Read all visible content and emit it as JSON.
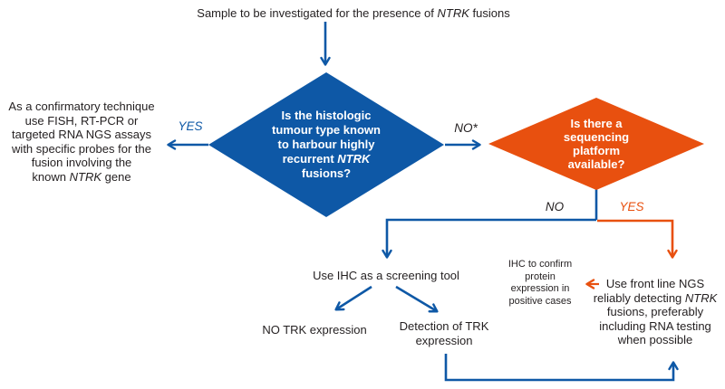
{
  "colors": {
    "flow_blue": "#0e58a6",
    "flow_orange": "#e8500f",
    "text_dark": "#231f20",
    "diamond_text": "#ffffff"
  },
  "top_instruction": {
    "pre": "Sample to be investigated for the presence of ",
    "gene": "NTRK",
    "post": " fusions"
  },
  "confirmatory_note": {
    "line1": "As a confirmatory technique",
    "line2": "use FISH, RT-PCR or",
    "line3": "targeted RNA NGS assays",
    "line4": "with specific probes for the",
    "line5": "fusion involving the",
    "line6_pre": "known ",
    "line6_gene": "NTRK",
    "line6_post": " gene"
  },
  "histology_decision": {
    "line1": "Is the histologic",
    "line2": "tumour type known",
    "line3": "to harbour highly",
    "line4_pre": "recurrent ",
    "line4_gene": "NTRK",
    "line5": "fusions?"
  },
  "sequencing_decision": {
    "line1": "Is there a",
    "line2": "sequencing",
    "line3": "platform",
    "line4": "available?"
  },
  "branch_labels": {
    "yes_confirmatory": "YES",
    "no_histology": "NO*",
    "no_sequencing": "NO",
    "yes_sequencing": "YES"
  },
  "ihc_screening": {
    "text": "Use IHC as a screening tool"
  },
  "no_trk_expression": {
    "text": "NO TRK expression"
  },
  "trk_detection": {
    "line1": "Detection of TRK",
    "line2": "expression"
  },
  "ihc_confirmation": {
    "line1": "IHC to confirm",
    "line2": "protein",
    "line3": "expression in",
    "line4": "positive cases"
  },
  "frontline_ngs": {
    "line1": "Use front line NGS",
    "line2_pre": "reliably detecting ",
    "line2_gene": "NTRK",
    "line3": "fusions, preferably",
    "line4": "including RNA testing",
    "line5": "when possible"
  }
}
